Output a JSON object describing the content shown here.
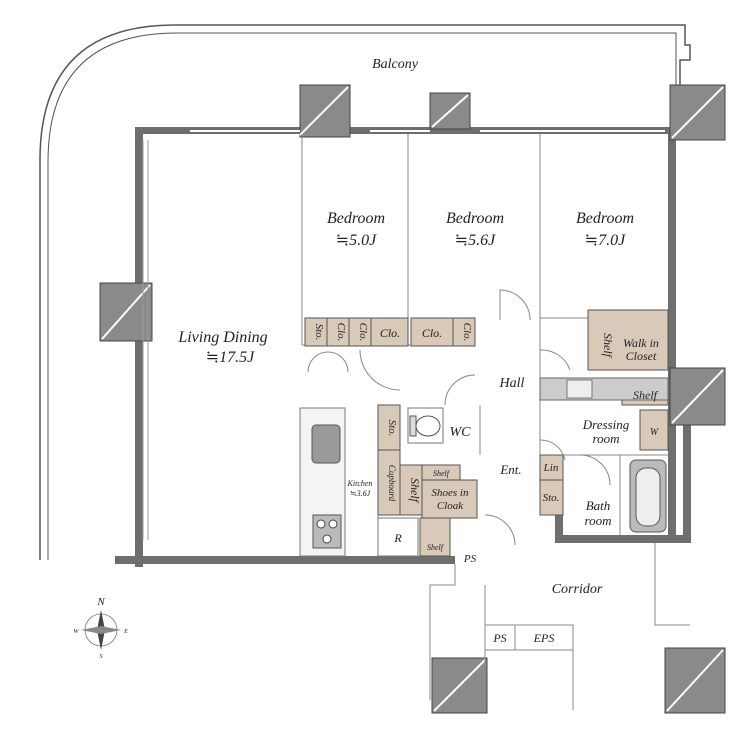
{
  "labels": {
    "balcony": "Balcony",
    "bedroom": "Bedroom",
    "bedroom1_size": "≒5.0J",
    "bedroom2_size": "≒5.6J",
    "bedroom3_size": "≒7.0J",
    "living_dining": "Living Dining",
    "living_dining_size": "≒17.5J",
    "hall": "Hall",
    "wc": "WC",
    "ent": "Ent.",
    "kitchen": "Kitchen",
    "kitchen_size": "≒3.6J",
    "cupboard": "Cupboard",
    "shelf": "Shelf",
    "shoes_in_cloak_1": "Shoes in",
    "shoes_in_cloak_2": "Cloak",
    "sto": "Sto.",
    "clo": "Clo.",
    "lin": "Lin",
    "walk_in_1": "Walk in",
    "walk_in_2": "Closet",
    "dressing_1": "Dressing",
    "dressing_2": "room",
    "bath_1": "Bath",
    "bath_2": "room",
    "w": "W",
    "r": "R",
    "ps": "PS",
    "eps": "EPS",
    "corridor": "Corridor",
    "north": "N",
    "compass_e": "E",
    "compass_w": "W",
    "compass_s": "S"
  },
  "colors": {
    "wall": "#6e6e6e",
    "storage": "#d9c9b8",
    "pillar": "#8a8a8a"
  }
}
